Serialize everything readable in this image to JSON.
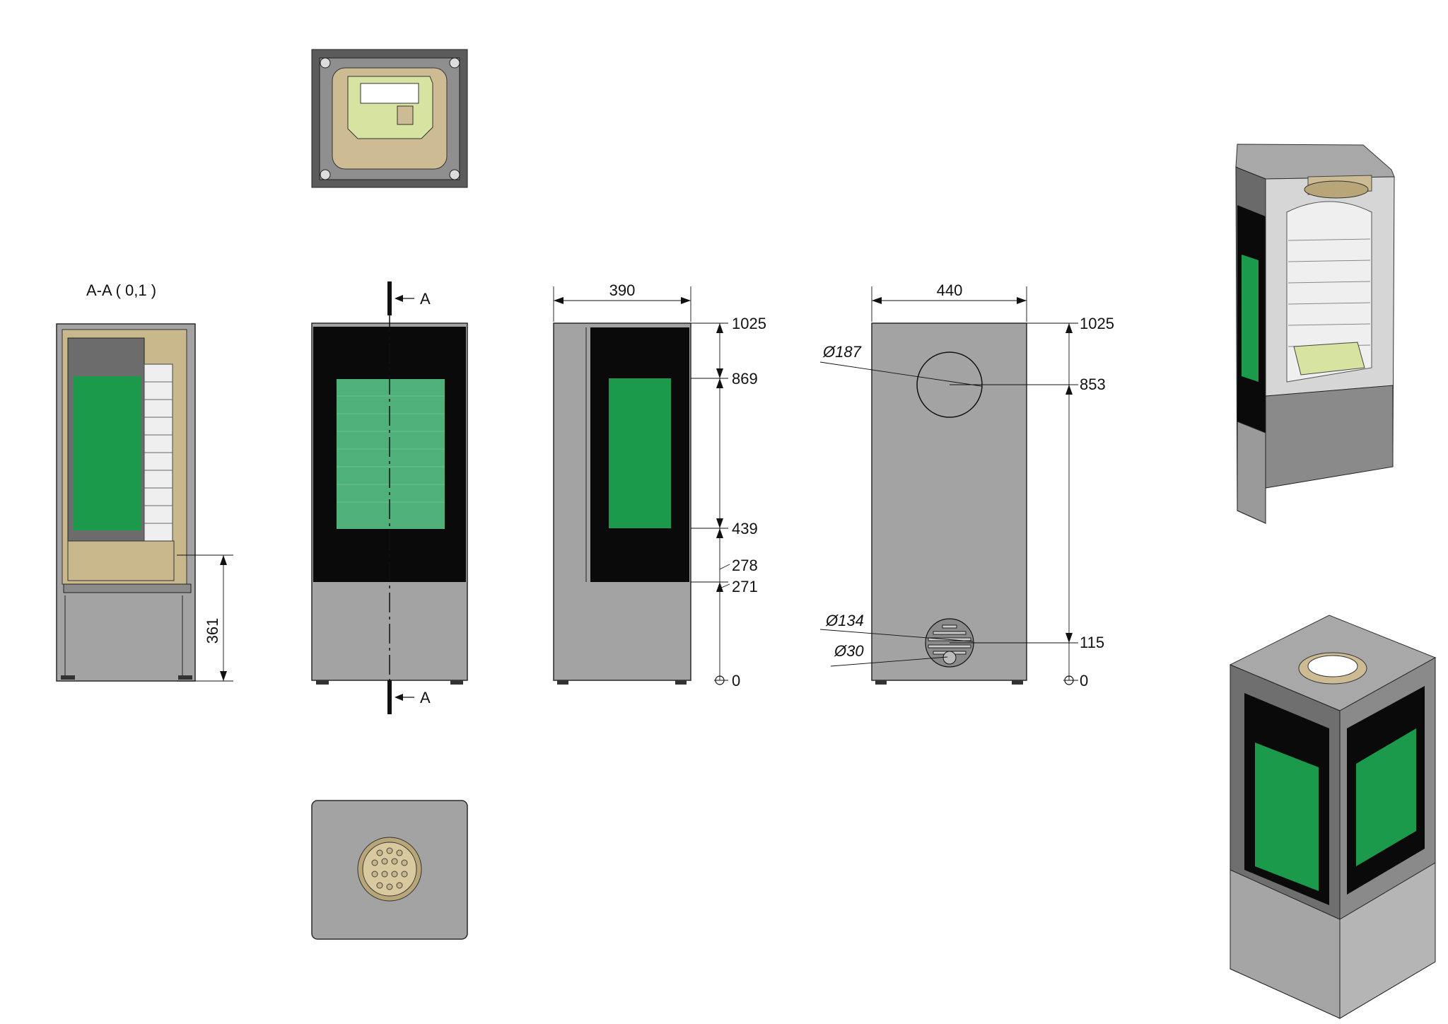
{
  "section_label": "A-A ( 0,1 )",
  "section_marker": "A",
  "dimensions": {
    "section_height": "361",
    "side_width": "390",
    "back_width": "440",
    "side_heights": [
      "1025",
      "869",
      "439",
      "278",
      "271",
      "0"
    ],
    "back_heights": [
      "1025",
      "853",
      "115",
      "0"
    ],
    "diameters": [
      "Ø187",
      "Ø134",
      "Ø30"
    ]
  },
  "colors": {
    "steel": "#a3a3a3",
    "glass": "#1c9a4c",
    "door": "#0a0a0a",
    "insulation": "#cdbb93"
  }
}
